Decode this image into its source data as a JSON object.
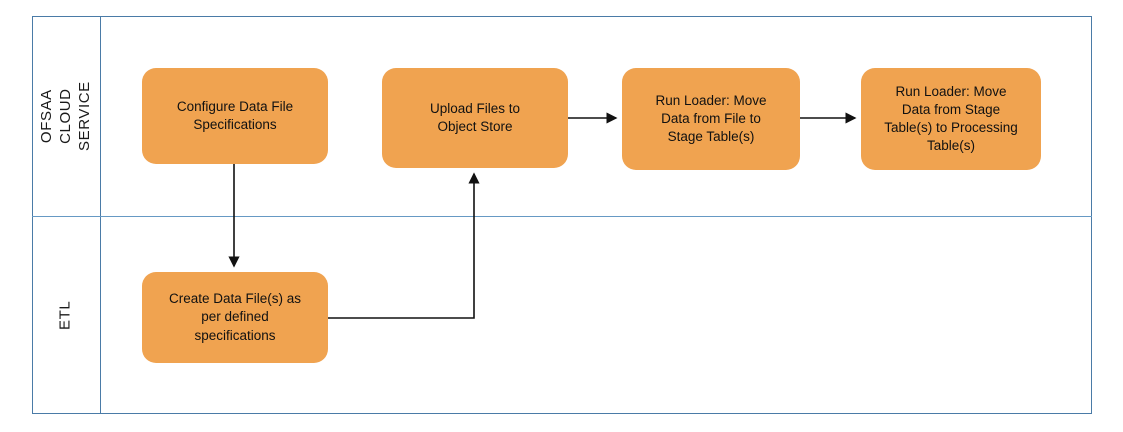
{
  "diagram": {
    "title": "OFSAA Cloud Service data loading swimlane flow",
    "frame_border_color": "#4A7BA7",
    "box_fill_color": "#F0A350",
    "connector_color": "#1a1a1a"
  },
  "lanes": [
    {
      "id": "ofsaa",
      "label": "OFSAA\nCLOUD SERVICE"
    },
    {
      "id": "etl",
      "label": "ETL"
    }
  ],
  "boxes": [
    {
      "id": "configure",
      "lane": "ofsaa",
      "label": "Configure Data File\nSpecifications"
    },
    {
      "id": "upload",
      "lane": "ofsaa",
      "label": "Upload Files to\nObject Store"
    },
    {
      "id": "loader_file",
      "lane": "ofsaa",
      "label": "Run Loader: Move\nData from File to\nStage Table(s)"
    },
    {
      "id": "loader_stage",
      "lane": "ofsaa",
      "label": "Run Loader: Move\nData from Stage\nTable(s) to Processing\nTable(s)"
    },
    {
      "id": "create_file",
      "lane": "etl",
      "label": "Create Data File(s) as\nper defined\nspecifications"
    }
  ],
  "connectors": [
    {
      "id": "configure-to-create-file",
      "from": "configure",
      "to": "create_file",
      "style": "vertical-down-arrow"
    },
    {
      "id": "create-file-to-upload",
      "from": "create_file",
      "to": "upload",
      "style": "elbow-right-up-arrow"
    },
    {
      "id": "upload-to-loader-file",
      "from": "upload",
      "to": "loader_file",
      "style": "horizontal-right-arrow"
    },
    {
      "id": "loader-file-to-stage",
      "from": "loader_file",
      "to": "loader_stage",
      "style": "horizontal-right-arrow"
    }
  ]
}
